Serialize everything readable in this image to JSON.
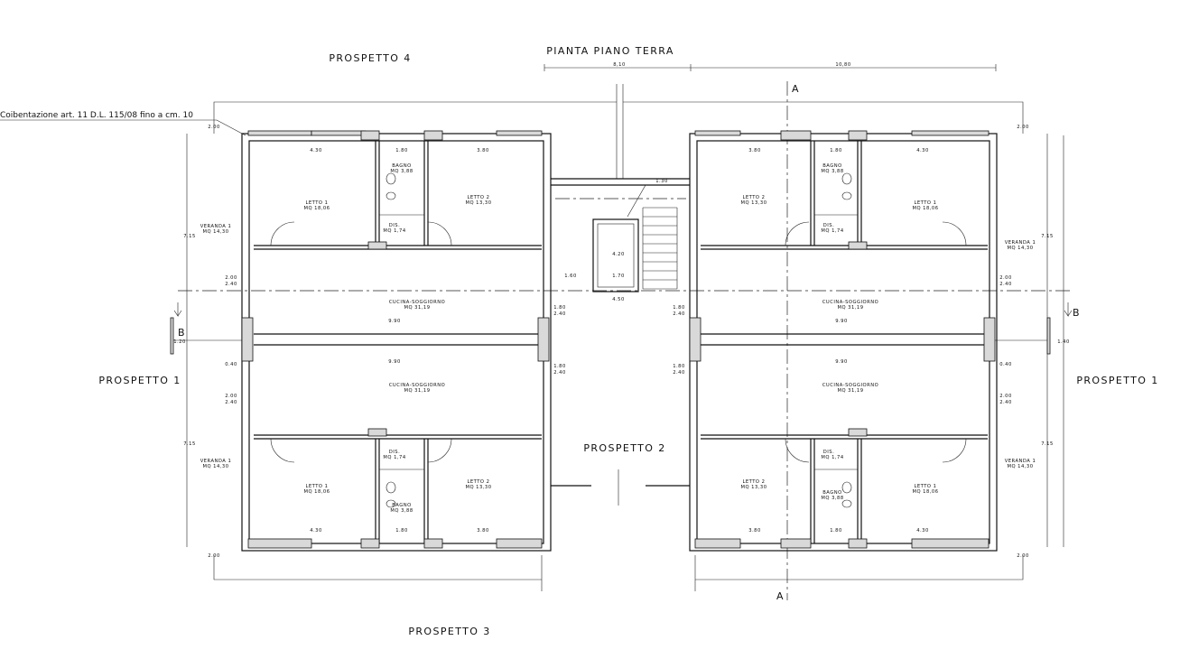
{
  "plan": {
    "title": "PIANTA PIANO TERRA",
    "elevations": {
      "p4": "PROSPETTO 4",
      "p1_left": "PROSPETTO 1",
      "p1_right": "PROSPETTO 1",
      "p2": "PROSPETTO 2",
      "p3": "PROSPETTO 3"
    },
    "note": "Coibentazione art. 11 D.L. 115/08 fino a cm. 10",
    "section_marks": {
      "a": "A",
      "b": "B"
    },
    "overall_dims": {
      "left": "8,10",
      "right": "10,80"
    },
    "rooms": {
      "letto1": "LETTO 1",
      "letto2": "LETTO 2",
      "letto1_area": "MQ 18,06",
      "letto2_area": "MQ 13,30",
      "bagno": "BAGNO",
      "bagno_area": "MQ 3,88",
      "dis": "DIS.",
      "dis_area": "MQ 1,74",
      "veranda": "VERANDA 1",
      "veranda_area": "MQ 14,30",
      "cucina": "CUCINA-SOGGIORNO",
      "cucina_area": "MQ 31,19"
    },
    "dims": {
      "d430": "4.30",
      "d380": "3.80",
      "d180": "1.80",
      "d200": "2.00",
      "d240": "2.40",
      "d990": "9.90",
      "d040": "0.40",
      "d170": "1.70",
      "d160": "1.60",
      "d450": "4.50",
      "d130": "1.30",
      "d420": "4.20",
      "d715": "7.15",
      "d120": "1.20",
      "d140": "1.40"
    }
  }
}
